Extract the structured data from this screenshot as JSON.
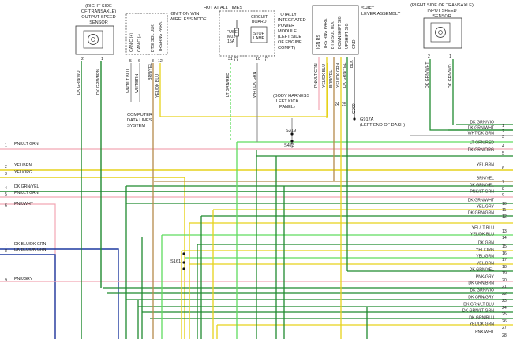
{
  "components": {
    "output_sensor": {
      "line1": "(RIGHT SIDE",
      "line2": "OF TRANSAXLE)",
      "line3": "OUTPUT SPEED",
      "line4": "SENSOR",
      "pin_a": "2",
      "pin_b": "1"
    },
    "ignition_node": {
      "line1": "IGNITION WIN",
      "line2": "WIRELESS NODE",
      "pins": [
        "CAN C (+)",
        "CAN C (-)",
        "BTSI SOL ULK",
        "TRS/RNG PARK"
      ],
      "pin_nums": [
        "5",
        "6",
        "8",
        "12"
      ]
    },
    "hot_label": "HOT AT ALL TIMES",
    "fuse": {
      "line1": "FUSE",
      "line2": "M01",
      "line3": "15A"
    },
    "circuit_board": {
      "line1": "CIRCUIT",
      "line2": "BOARD",
      "stop1": "STOP",
      "stop2": "LAMP"
    },
    "tipm": {
      "line1": "TOTALLY",
      "line2": "INTEGRATED",
      "line3": "POWER",
      "line4": "MODULE",
      "line5": "(LEFT SIDE",
      "line6": "OF ENGINE",
      "line7": "COMPT)"
    },
    "tipm_pins": [
      "31",
      "10"
    ],
    "tipm_conn": [
      "C8",
      "C2"
    ],
    "shift_lever": {
      "line1": "SHIFT",
      "line2": "LEVER ASSEMBLY",
      "pins": [
        "IGN RS",
        "TRS RNG PARK",
        "BTSI SOL ULK",
        "DOWNSHIFT SIG",
        "UPSHIFT SIG",
        "GND"
      ],
      "pin_nums": [
        "24",
        "25"
      ],
      "grd_id": "G900"
    },
    "input_sensor": {
      "line1": "(RIGHT SIDE OF TRANSAXLE)",
      "line2": "INPUT SPEED",
      "line3": "SENSOR",
      "pin_a": "2",
      "pin_b": "1"
    },
    "body_harness": {
      "line1": "(BODY HARNESS",
      "line2": "LEFT KICK",
      "line3": "PANEL)"
    },
    "splices": [
      "S319",
      "S473",
      "S161"
    ],
    "ground": {
      "id": "G917A",
      "desc": "(LEFT END OF DASH)"
    },
    "data_lines": {
      "line1": "COMPUTER",
      "line2": "DATA LINES",
      "line3": "SYSTEM"
    }
  },
  "wire_labels_vertical": [
    "DK GRN/WO",
    "DK GRN/BRN",
    "WHT/LT BLU",
    "WHT/BRN",
    "BRN/YEL",
    "YEL/DK BLU",
    "LT GRN/RED",
    "WHT/DK GRN",
    "PNK/LT GRN",
    "YEL/DK BLU",
    "BRN/YEL",
    "YEL/DK GRN",
    "DK GRN/YEL",
    "BLK",
    "DK GRN/WHT",
    "DK GRN/WO"
  ],
  "wire_labels_horizontal": [
    "PNK/LT GRN",
    "YEL/BRN",
    "YEL/ORG",
    "DK GRN/YEL",
    "PNK/LT GRN",
    "PNK/WHT",
    "DK BLU/DK GRN",
    "DK BLU/DK GRN",
    "PNK/GRY"
  ],
  "right_labels": [
    "DK GRN/VIO",
    "DK GRN/WHT",
    "WHT/DK GRN",
    "LT GRN/RED",
    "DK GRN/ORG",
    "YEL/BRN",
    "BRN/YEL",
    "DK GRN/YEL",
    "PNK/LT GRN",
    "DK GRN/WHT",
    "YEL/GRY",
    "DK GRN/GRN",
    "YEL/LT BLU",
    "YEL/DK BLU",
    "DK GRN",
    "YEL/ORG",
    "YEL/GRN",
    "YEL/BRN",
    "DK GRN/YEL",
    "PNK/GRY",
    "DK GRN/BRN",
    "DK GRN/VIO",
    "DK GRN/GRY",
    "DK GRN/LT BLU",
    "DK GRN/LT GRN",
    "DK GRN/BLU",
    "YEL/DK GRN",
    "PNK/WHT"
  ],
  "left_numbers": [
    "1",
    "2",
    "3",
    "4",
    "5",
    "6",
    "7",
    "8",
    "9"
  ],
  "right_numbers": [
    "1",
    "2",
    "3",
    "4",
    "5",
    "6",
    "7",
    "8",
    "9",
    "10",
    "11",
    "12",
    "13",
    "14",
    "15",
    "16",
    "17",
    "18",
    "19",
    "20",
    "21",
    "22",
    "23",
    "24",
    "25",
    "26",
    "27",
    "28"
  ],
  "colors": {
    "dk_green": "#1f8a2f",
    "yellow": "#e6d21a",
    "lt_green": "#5fdc5f",
    "pink": "#f2a6b4",
    "dk_blue": "#1e3aa0",
    "brown": "#b58a4a",
    "gray": "#888888"
  }
}
